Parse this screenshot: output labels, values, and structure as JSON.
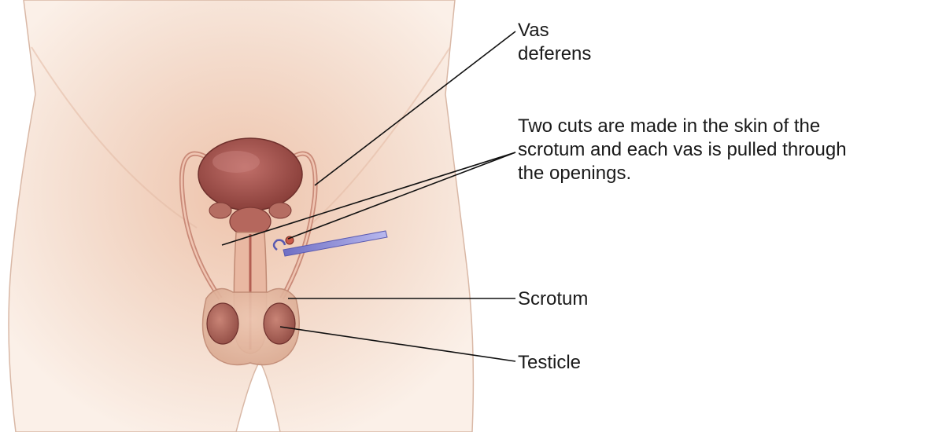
{
  "labels": {
    "vas_deferens": [
      "Vas",
      "deferens"
    ],
    "cuts": [
      "Two cuts are made in the skin of the",
      "scrotum and each vas is pulled through",
      "the openings."
    ],
    "scrotum": "Scrotum",
    "testicle": "Testicle"
  },
  "colors": {
    "skin_light": "#f7e4d8",
    "skin": "#efcdb8",
    "skin_shadow": "#e2b39c",
    "organ": "#a8574f",
    "organ_dark": "#7e3a35",
    "vas_tube": "#d9a48f",
    "instrument": "#8f8ed8",
    "leader_line": "#111111"
  }
}
